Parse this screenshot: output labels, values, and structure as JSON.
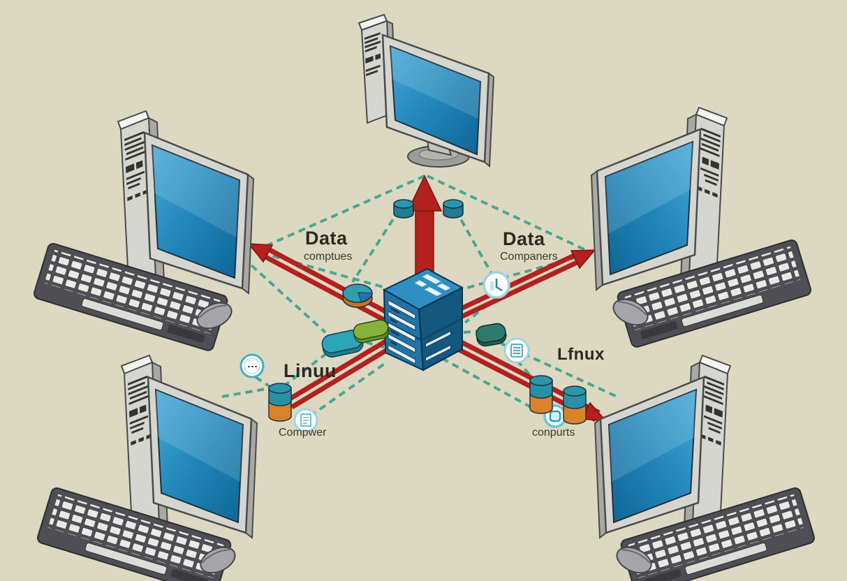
{
  "labels": {
    "data_left": {
      "title": "Data",
      "subtitle": "comptues"
    },
    "data_right": {
      "title": "Data",
      "subtitle": "Companers"
    },
    "linux_left": "Linuu",
    "linux_right": "Lfnux",
    "computer_left": "Compwer",
    "computer_right": "conpurts"
  },
  "colors": {
    "background": "#dcd8c2",
    "arrow_red": "#b3201d",
    "arrow_red_dark": "#7e1410",
    "dashed_teal": "#3fa18f",
    "screen_blue": "#1b7db3",
    "screen_blue_light": "#55b5e2",
    "server_left": "#2172a5",
    "server_right": "#14577f",
    "server_top": "#2f8fc2",
    "case_gray": "#d6d6d1",
    "case_dark": "#a9a9a4",
    "keyboard_dark": "#4e4e54",
    "cylinder_teal": "#2a96ac",
    "cylinder_orange": "#d9822b",
    "pill_green": "#86b23a",
    "pill_teal": "#2ba6b8",
    "pill_dark_teal": "#2f7a6e",
    "text_dark": "#2b2920"
  },
  "icons": {
    "server": "server-tower-icon",
    "databases": "database-cylinder-icon",
    "clock": "clock-icon",
    "pie": "pie-chart-icon",
    "document": "document-circle-icon",
    "list": "list-circle-icon",
    "badge": "badge-circle-icon",
    "square": "square-circle-icon",
    "pills": "app-pill-icon"
  }
}
